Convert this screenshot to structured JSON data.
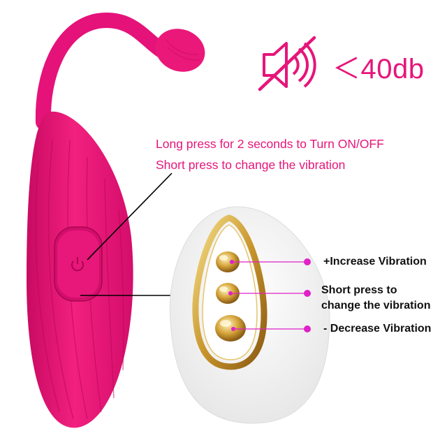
{
  "colors": {
    "accent": "#e6157a",
    "device_pink": "#f0157c",
    "gold": "#c9962c",
    "remote_white": "#ffffff",
    "pointer_dot": "#e020c8"
  },
  "noise": {
    "icon": "speaker-muted-icon",
    "label": "＜40db"
  },
  "instructions": {
    "line1": "Long press for 2 seconds to Turn ON/OFF",
    "line2": "Short press to change the vibration"
  },
  "remote_labels": {
    "increase": "+Increase Vibration",
    "mode_line1": "Short press to",
    "mode_line2": "change the vibration",
    "decrease": "- Decrease Vibration"
  }
}
